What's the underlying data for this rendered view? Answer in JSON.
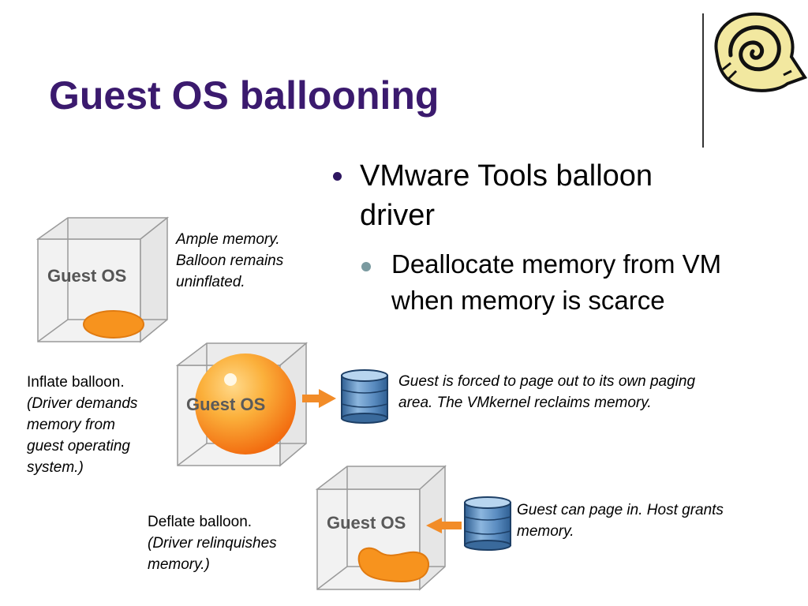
{
  "slide": {
    "title": "Guest OS ballooning"
  },
  "bullets": {
    "level1": "VMware Tools balloon driver",
    "level2": "Deallocate memory from VM when memory is scarce"
  },
  "diagram": {
    "cube1": {
      "label": "Guest OS",
      "caption_line1": "Ample memory.",
      "caption_line2": "Balloon remains",
      "caption_line3": "uninflated."
    },
    "cube2": {
      "label": "Guest OS",
      "caption_line1": "Inflate balloon.",
      "caption_line2": "(Driver demands",
      "caption_line3": "memory from",
      "caption_line4": "guest operating",
      "caption_line5": "system.)",
      "right_caption": "Guest is forced to page out to its own paging area. The VMkernel reclaims memory."
    },
    "cube3": {
      "label": "Guest OS",
      "caption_line1": "Deflate balloon.",
      "caption_line2": "(Driver relinquishes",
      "caption_line3": "memory.)",
      "right_caption": "Guest can page in. Host grants memory."
    }
  },
  "colors": {
    "title": "#3b1a6e",
    "balloon": "#f7931e",
    "arrow": "#f28c28",
    "disk": "#4a78a8"
  },
  "icons": {
    "logo": "spiral-shell-icon",
    "disk": "database-disk-icon",
    "arrow": "arrow-icon"
  }
}
